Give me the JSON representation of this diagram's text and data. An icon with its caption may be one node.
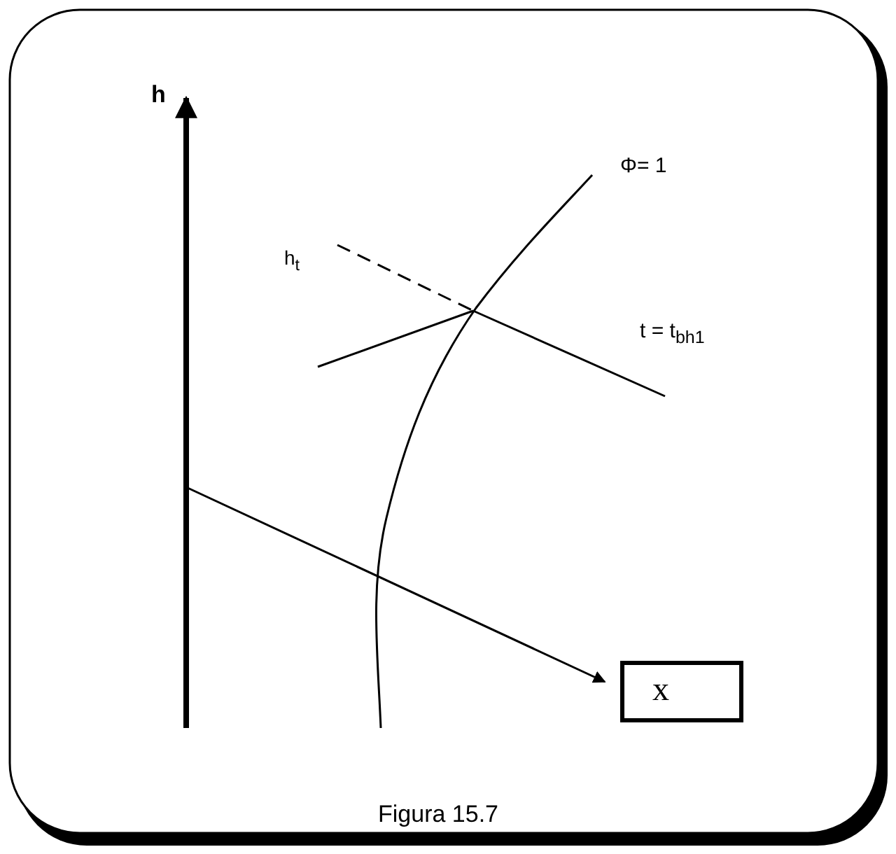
{
  "diagram": {
    "caption": "Figura 15.7",
    "nodes": [
      {
        "text": [
          "x"
        ]
      }
    ],
    "labels": [
      "h",
      "Φ= 1",
      "h$_{t}$",
      "t = t$_{bh1}$"
    ]
  }
}
